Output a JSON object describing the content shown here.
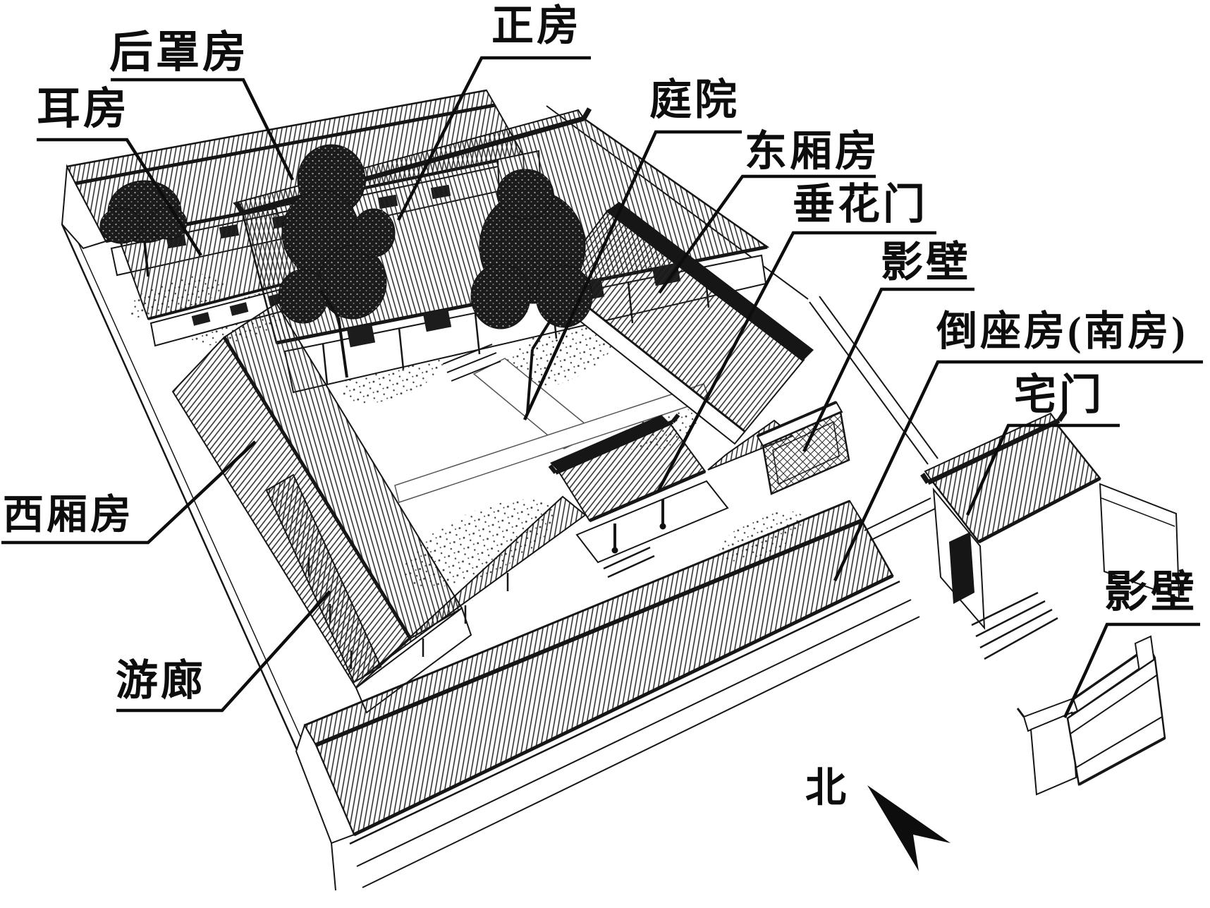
{
  "figure": {
    "kind": "siheyuan-courtyard-diagram",
    "colors": {
      "ink": "#1a1a1a",
      "paper": "#ffffff"
    }
  },
  "labels": [
    {
      "id": "hou-zhao-fang",
      "text": "后罩房"
    },
    {
      "id": "er-fang",
      "text": "耳房"
    },
    {
      "id": "zheng-fang",
      "text": "正房"
    },
    {
      "id": "ting-yuan",
      "text": "庭院"
    },
    {
      "id": "dong-xiang-fang",
      "text": "东厢房"
    },
    {
      "id": "chui-hua-men",
      "text": "垂花门"
    },
    {
      "id": "ying-bi-inner",
      "text": "影壁"
    },
    {
      "id": "dao-zuo-fang",
      "text": "倒座房(南房)"
    },
    {
      "id": "zhai-men",
      "text": "宅门"
    },
    {
      "id": "xi-xiang-fang",
      "text": "西厢房"
    },
    {
      "id": "you-lang",
      "text": "游廊"
    },
    {
      "id": "ying-bi-outer",
      "text": "影壁"
    }
  ],
  "compass": {
    "label": "北",
    "arrow_icon": "north-arrow-icon",
    "direction": "up-left"
  }
}
